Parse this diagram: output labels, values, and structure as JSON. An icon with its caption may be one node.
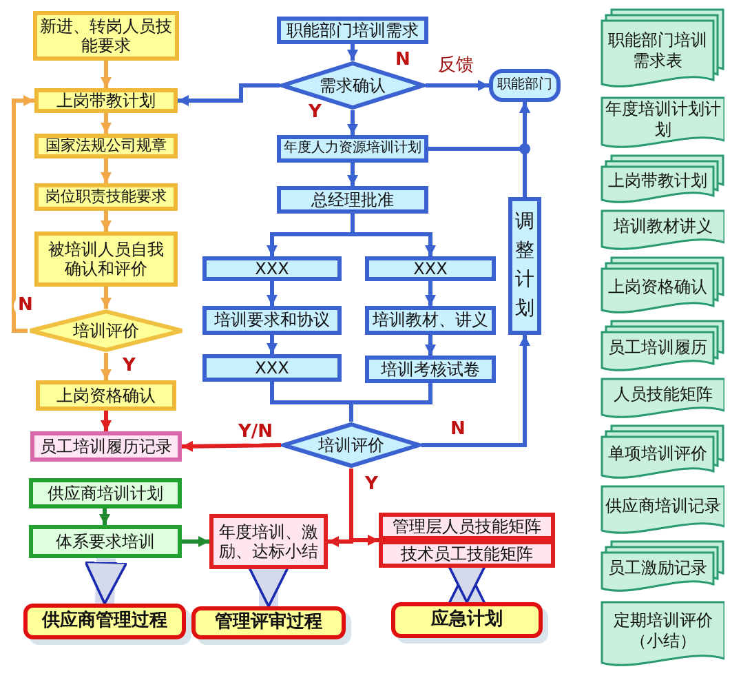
{
  "diagram": {
    "nodes": [
      {
        "text": [
          "新进、转岗人员技能要求"
        ]
      },
      {
        "text": [
          "上岗带教计划"
        ]
      },
      {
        "text": [
          "国家法规公司规章"
        ]
      },
      {
        "text": [
          "岗位职责技能要求"
        ]
      },
      {
        "text": [
          "被培训人员自我确认和评价"
        ]
      },
      {
        "text": [
          "培训评价"
        ]
      },
      {
        "text": [
          "上岗资格确认"
        ]
      },
      {
        "text": [
          "员工培训履历记录"
        ]
      },
      {
        "text": [
          "供应商培训计划"
        ]
      },
      {
        "text": [
          "体系要求培训"
        ]
      },
      {
        "text": [
          "供应商管理过程"
        ]
      },
      {
        "text": [
          "职能部门培训需求"
        ]
      },
      {
        "text": [
          "需求确认"
        ]
      },
      {
        "text": [
          "职能部门"
        ]
      },
      {
        "text": [
          "年度人力资源培训计划"
        ]
      },
      {
        "text": [
          "总经理批准"
        ]
      },
      {
        "text": [
          "XXX"
        ]
      },
      {
        "text": [
          "XXX"
        ]
      },
      {
        "text": [
          "培训要求和协议"
        ]
      },
      {
        "text": [
          "培训教材、讲义"
        ]
      },
      {
        "text": [
          "XXX"
        ]
      },
      {
        "text": [
          "培训考核试卷"
        ]
      },
      {
        "text": [
          "培训评价"
        ]
      },
      {
        "text": [
          "调整计划"
        ]
      },
      {
        "text": [
          "年度培训、激励、达标小结"
        ]
      },
      {
        "text": [
          "管理层人员技能矩阵"
        ]
      },
      {
        "text": [
          "技术员工技能矩阵"
        ]
      },
      {
        "text": [
          "管理评审过程"
        ]
      },
      {
        "text": [
          "应急计划"
        ]
      },
      {
        "text": [
          "职能部门培训需求表"
        ]
      },
      {
        "text": [
          "年度培训计划计划"
        ]
      },
      {
        "text": [
          "上岗带教计划"
        ]
      },
      {
        "text": [
          "培训教材讲义"
        ]
      },
      {
        "text": [
          "上岗资格确认"
        ]
      },
      {
        "text": [
          "员工培训履历"
        ]
      },
      {
        "text": [
          "人员技能矩阵"
        ]
      },
      {
        "text": [
          "单项培训评价"
        ]
      },
      {
        "text": [
          "供应商培训记录"
        ]
      },
      {
        "text": [
          "员工激励记录"
        ]
      },
      {
        "text": [
          "定期培训评价（小结）"
        ]
      }
    ],
    "edges": [
      {
        "from": 0,
        "to": 1,
        "arrow": "to",
        "color": "#f0a848"
      },
      {
        "from": 1,
        "to": 2,
        "arrow": "to",
        "color": "#f0a848"
      },
      {
        "from": 2,
        "to": 3,
        "arrow": "to",
        "color": "#f0a848"
      },
      {
        "from": 3,
        "to": 4,
        "arrow": "to",
        "color": "#f0a848"
      },
      {
        "from": 4,
        "to": 5,
        "arrow": "to",
        "color": "#f0a848"
      },
      {
        "from": 5,
        "to": 6,
        "arrow": "to",
        "label": "Y",
        "color": "#f0a848"
      },
      {
        "from": 5,
        "to": 1,
        "arrow": "to",
        "label": "N",
        "color": "#f0a848"
      },
      {
        "from": 6,
        "to": 7,
        "arrow": "to",
        "color": "#e02020"
      },
      {
        "from": 8,
        "to": 9,
        "arrow": "to",
        "color": "#208a30"
      },
      {
        "from": 9,
        "to": 24,
        "arrow": "to",
        "color": "#208a30"
      },
      {
        "from": 9,
        "to": 10,
        "arrow": "to",
        "style": "thick",
        "color": "#d4daec"
      },
      {
        "from": 24,
        "to": 27,
        "arrow": "to",
        "style": "thick",
        "color": "#d4daec"
      },
      {
        "from": 26,
        "to": 28,
        "arrow": "both",
        "style": "thick",
        "color": "#d4daec"
      },
      {
        "from": 11,
        "to": 12,
        "arrow": "to"
      },
      {
        "from": 12,
        "to": 14,
        "arrow": "to",
        "label": "Y"
      },
      {
        "from": 12,
        "to": 13,
        "arrow": "to",
        "label": "N"
      },
      {
        "from": 12,
        "to": 1,
        "arrow": "to"
      },
      {
        "from": 14,
        "to": 13,
        "arrow": "to"
      },
      {
        "from": 23,
        "to": 13,
        "arrow": "to"
      },
      {
        "from": 14,
        "to": 15,
        "arrow": "to"
      },
      {
        "from": 15,
        "to": 16,
        "arrow": "to"
      },
      {
        "from": 15,
        "to": 17,
        "arrow": "to"
      },
      {
        "from": 16,
        "to": 18,
        "arrow": "to"
      },
      {
        "from": 17,
        "to": 19,
        "arrow": "to"
      },
      {
        "from": 18,
        "to": 20,
        "arrow": "to"
      },
      {
        "from": 19,
        "to": 21,
        "arrow": "to"
      },
      {
        "from": 20,
        "to": 22,
        "arrow": "none"
      },
      {
        "from": 21,
        "to": 22,
        "arrow": "none"
      },
      {
        "from": 22,
        "to": 7,
        "arrow": "to",
        "label": "Y/N",
        "color": "#e02020"
      },
      {
        "from": 22,
        "to": 23,
        "arrow": "to",
        "label": "N"
      },
      {
        "from": 22,
        "to": 24,
        "arrow": "to",
        "label": "Y",
        "color": "#e02020"
      },
      {
        "from": 22,
        "to": 25,
        "arrow": "to",
        "color": "#e02020"
      }
    ],
    "labels": [
      "反馈"
    ]
  }
}
